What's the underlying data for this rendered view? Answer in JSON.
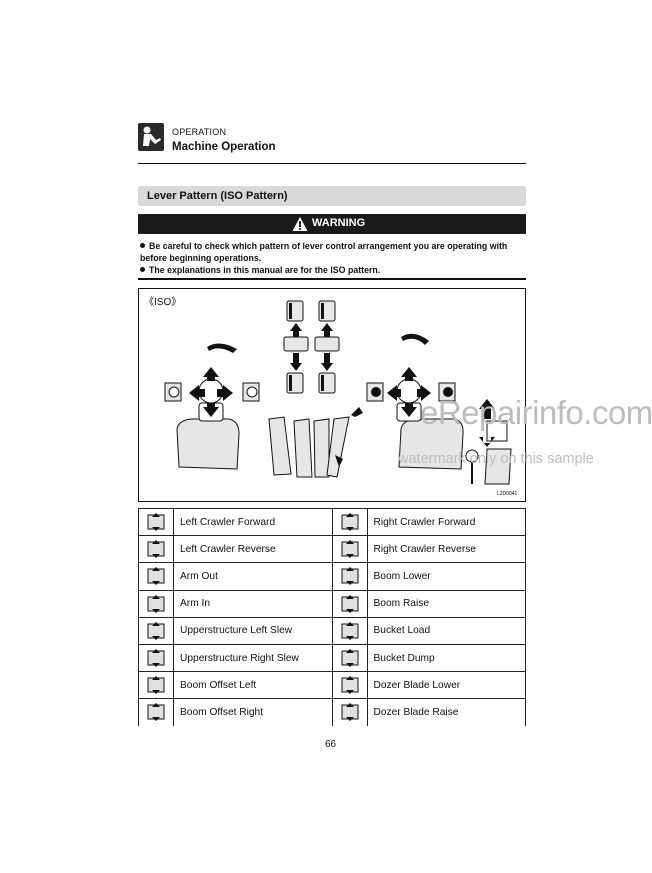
{
  "header": {
    "section": "OPERATION",
    "title": "Machine Operation",
    "icon": "operator-at-controls-icon"
  },
  "section": {
    "title": "Lever Pattern (ISO Pattern)"
  },
  "warning": {
    "label": "WARNING",
    "bullets": [
      "Be careful to check which pattern of lever control arrangement you are operating with before beginning operations.",
      "The explanations in this manual are for the ISO pattern."
    ]
  },
  "figure": {
    "label": "《ISO》",
    "code": "L2D0041"
  },
  "legend": {
    "rows": [
      {
        "left": {
          "icon": "crawler-forward-icon",
          "label": "Left Crawler Forward"
        },
        "right": {
          "icon": "crawler-forward-icon",
          "label": "Right Crawler Forward"
        }
      },
      {
        "left": {
          "icon": "crawler-reverse-icon",
          "label": "Left Crawler Reverse"
        },
        "right": {
          "icon": "crawler-reverse-icon",
          "label": "Right Crawler Reverse"
        }
      },
      {
        "left": {
          "icon": "arm-out-icon",
          "label": "Arm Out"
        },
        "right": {
          "icon": "boom-lower-icon",
          "label": "Boom Lower"
        }
      },
      {
        "left": {
          "icon": "arm-in-icon",
          "label": "Arm In"
        },
        "right": {
          "icon": "boom-raise-icon",
          "label": "Boom Raise"
        }
      },
      {
        "left": {
          "icon": "slew-left-icon",
          "label": "Upperstructure Left Slew"
        },
        "right": {
          "icon": "bucket-load-icon",
          "label": "Bucket Load"
        }
      },
      {
        "left": {
          "icon": "slew-right-icon",
          "label": "Upperstructure Right Slew"
        },
        "right": {
          "icon": "bucket-dump-icon",
          "label": "Bucket Dump"
        }
      },
      {
        "left": {
          "icon": "boom-offset-left-icon",
          "label": "Boom Offset Left"
        },
        "right": {
          "icon": "dozer-lower-icon",
          "label": "Dozer Blade Lower"
        }
      },
      {
        "left": {
          "icon": "boom-offset-right-icon",
          "label": "Boom Offset Right"
        },
        "right": {
          "icon": "dozer-raise-icon",
          "label": "Dozer Blade Raise"
        }
      }
    ]
  },
  "watermark": {
    "site": "eRepairinfo.com",
    "note": "watermark only on this sample"
  },
  "page_number": "66"
}
